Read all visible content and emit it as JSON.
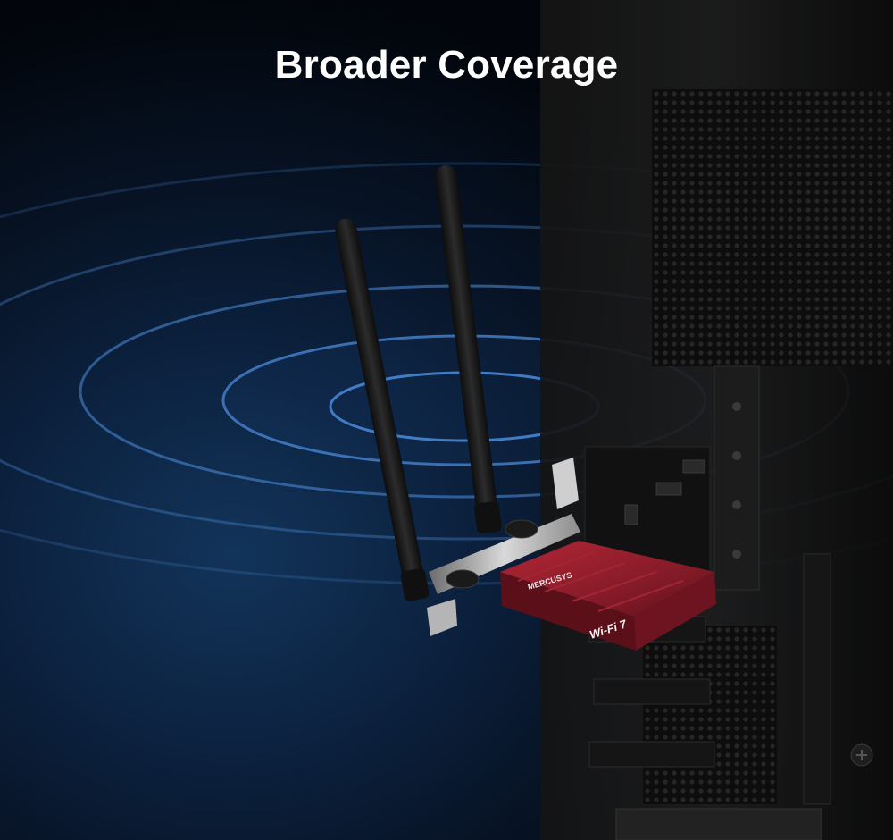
{
  "headline": "Broader Coverage",
  "product": {
    "brand_text": "MERCUSYS",
    "badge_text": "Wi-Fi 7",
    "heatsink_color": "#8a1a26",
    "antenna_color": "#1a1a1a"
  },
  "background": {
    "glow_color": "#12345a",
    "ring_color": "#4d8fe0"
  }
}
